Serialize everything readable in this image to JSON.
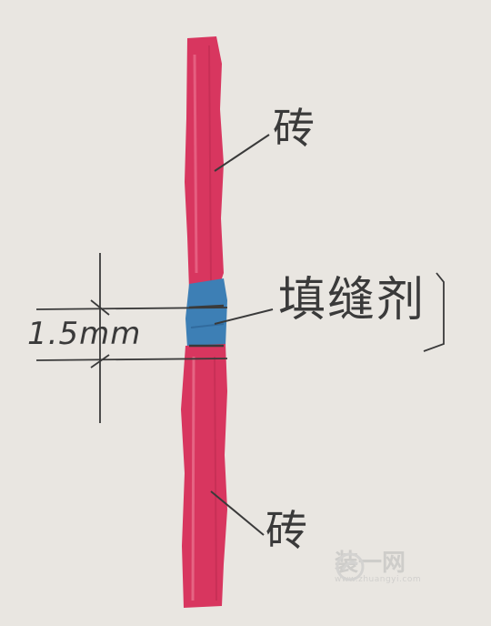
{
  "diagram": {
    "labels": {
      "top_brick": "砖",
      "grout": "填缝剂",
      "bottom_brick": "砖",
      "gap_dimension": "1.5mm"
    },
    "colors": {
      "background": "#e9e6e1",
      "brick": "#d8365f",
      "grout": "#3d7fb5",
      "pencil": "#3a3a3a"
    }
  },
  "watermark": {
    "name": "装一网",
    "url": "www.zhuangyi.com"
  }
}
